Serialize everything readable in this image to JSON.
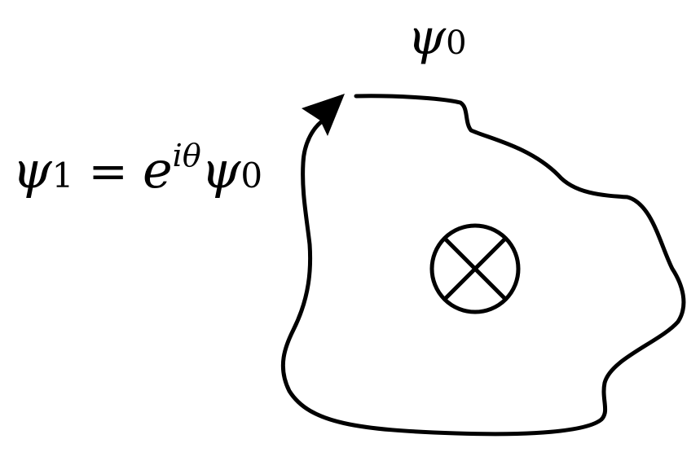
{
  "labels": {
    "start_state": {
      "psi": "ψ",
      "subscript": "0"
    },
    "end_state": {
      "psi": "ψ",
      "subscript_1": "1",
      "equals": "=",
      "e": "e",
      "exponent": "iθ",
      "psi2": "ψ",
      "subscript_0": "0"
    }
  },
  "colors": {
    "stroke": "#000000",
    "background": "#ffffff"
  },
  "icons": {
    "center_symbol": "circled-x-icon",
    "arrow": "arrowhead-icon"
  }
}
